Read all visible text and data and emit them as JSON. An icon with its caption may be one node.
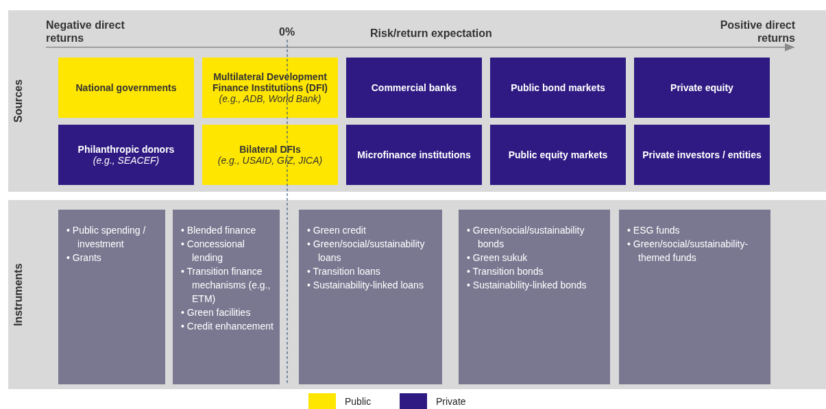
{
  "diagram": {
    "nodes": [
      {
        "text": [
          "Sources"
        ]
      },
      {
        "text": [
          "National governments"
        ],
        "in": 0
      },
      {
        "text": [
          "Multilateral Development Finance Institutions (DFI)",
          "(e.g., ADB, World Bank)"
        ],
        "in": 0
      },
      {
        "text": [
          "Commercial banks"
        ],
        "in": 0
      },
      {
        "text": [
          "Public bond markets"
        ],
        "in": 0
      },
      {
        "text": [
          "Private equity"
        ],
        "in": 0
      },
      {
        "text": [
          "Philanthropic donors",
          "(e.g., SEACEF)"
        ],
        "in": 0
      },
      {
        "text": [
          "Bilateral DFIs",
          "(e.g., USAID, GIZ, JICA)"
        ],
        "in": 0
      },
      {
        "text": [
          "Microfinance institutions"
        ],
        "in": 0
      },
      {
        "text": [
          "Public equity markets"
        ],
        "in": 0
      },
      {
        "text": [
          "Private investors / entities"
        ],
        "in": 0
      },
      {
        "text": [
          "Instruments"
        ]
      },
      {
        "text": [
          "• Public spending / investment",
          "• Grants"
        ],
        "in": 11
      },
      {
        "text": [
          "• Blended finance",
          "• Concessional lending",
          "• Transition finance mechanisms (e.g., ETM)",
          "• Green facilities",
          "• Credit enhancement"
        ],
        "in": 11
      },
      {
        "text": [
          "• Green credit",
          "• Green/social/sustainability loans",
          "• Transition loans",
          "• Sustainability-linked loans"
        ],
        "in": 11
      },
      {
        "text": [
          "• Green/social/sustainability bonds",
          "• Green sukuk",
          "• Transition bonds",
          "• Sustainability-linked bonds"
        ],
        "in": 11
      },
      {
        "text": [
          "• ESG funds",
          "• Green/social/sustainability-themed funds"
        ],
        "in": 11
      }
    ],
    "edges": [],
    "labels": [
      "Negative direct returns",
      "0%",
      "Risk/return expectation",
      "Positive direct returns"
    ],
    "legend": [
      {
        "text": "Public",
        "color": "#ffe600"
      },
      {
        "text": "Private",
        "color": "#2e1a82"
      }
    ]
  }
}
